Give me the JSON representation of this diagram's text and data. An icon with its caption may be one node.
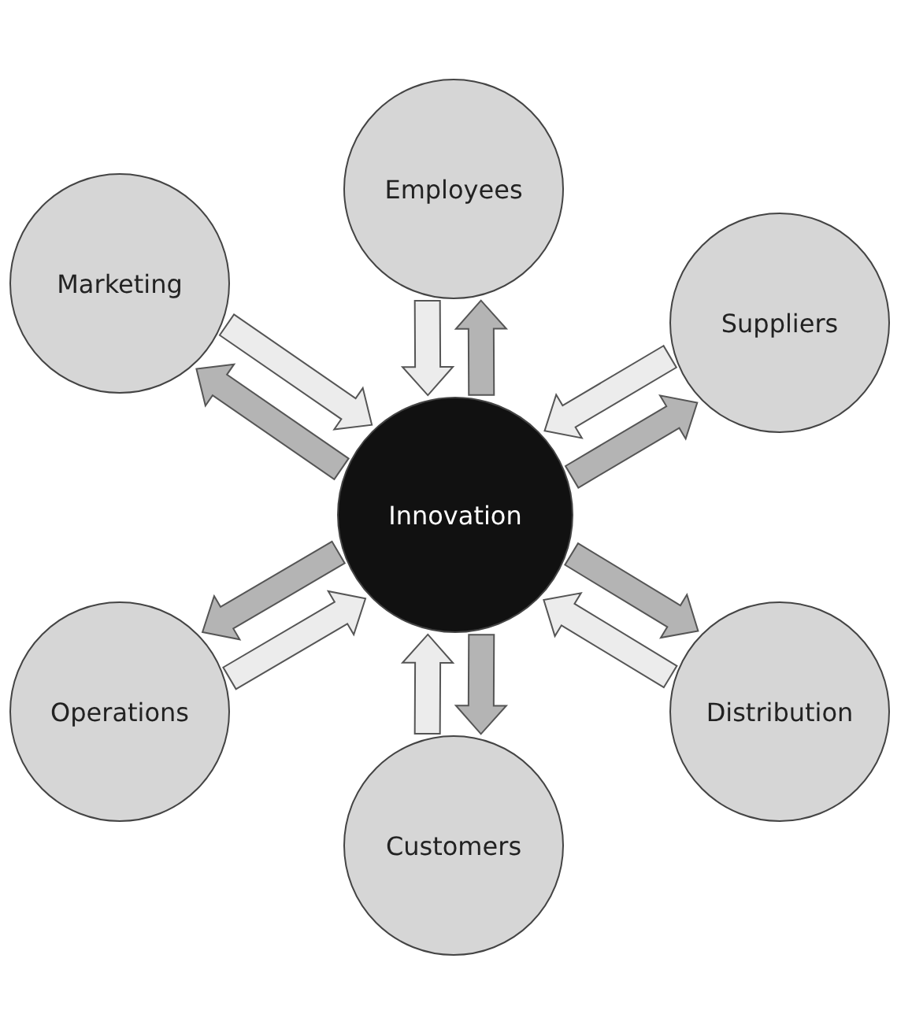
{
  "diagram": {
    "nodes": [
      {
        "text": [
          "Innovation"
        ]
      },
      {
        "text": [
          "Employees"
        ]
      },
      {
        "text": [
          "Suppliers"
        ]
      },
      {
        "text": [
          "Distribution"
        ]
      },
      {
        "text": [
          "Customers"
        ]
      },
      {
        "text": [
          "Operations"
        ]
      },
      {
        "text": [
          "Marketing"
        ]
      }
    ],
    "edges": [
      {
        "from": 1,
        "to": 0,
        "arrow": "to",
        "color": "#ececec"
      },
      {
        "from": 0,
        "to": 1,
        "arrow": "to",
        "color": "#b4b4b4"
      },
      {
        "from": 2,
        "to": 0,
        "arrow": "to",
        "color": "#ececec"
      },
      {
        "from": 0,
        "to": 2,
        "arrow": "to",
        "color": "#b4b4b4"
      },
      {
        "from": 3,
        "to": 0,
        "arrow": "to",
        "color": "#ececec"
      },
      {
        "from": 0,
        "to": 3,
        "arrow": "to",
        "color": "#b4b4b4"
      },
      {
        "from": 4,
        "to": 0,
        "arrow": "to",
        "color": "#ececec"
      },
      {
        "from": 0,
        "to": 4,
        "arrow": "to",
        "color": "#b4b4b4"
      },
      {
        "from": 5,
        "to": 0,
        "arrow": "to",
        "color": "#ececec"
      },
      {
        "from": 0,
        "to": 5,
        "arrow": "to",
        "color": "#b4b4b4"
      },
      {
        "from": 6,
        "to": 0,
        "arrow": "to",
        "color": "#ececec"
      },
      {
        "from": 0,
        "to": 6,
        "arrow": "to",
        "color": "#b4b4b4"
      }
    ]
  }
}
